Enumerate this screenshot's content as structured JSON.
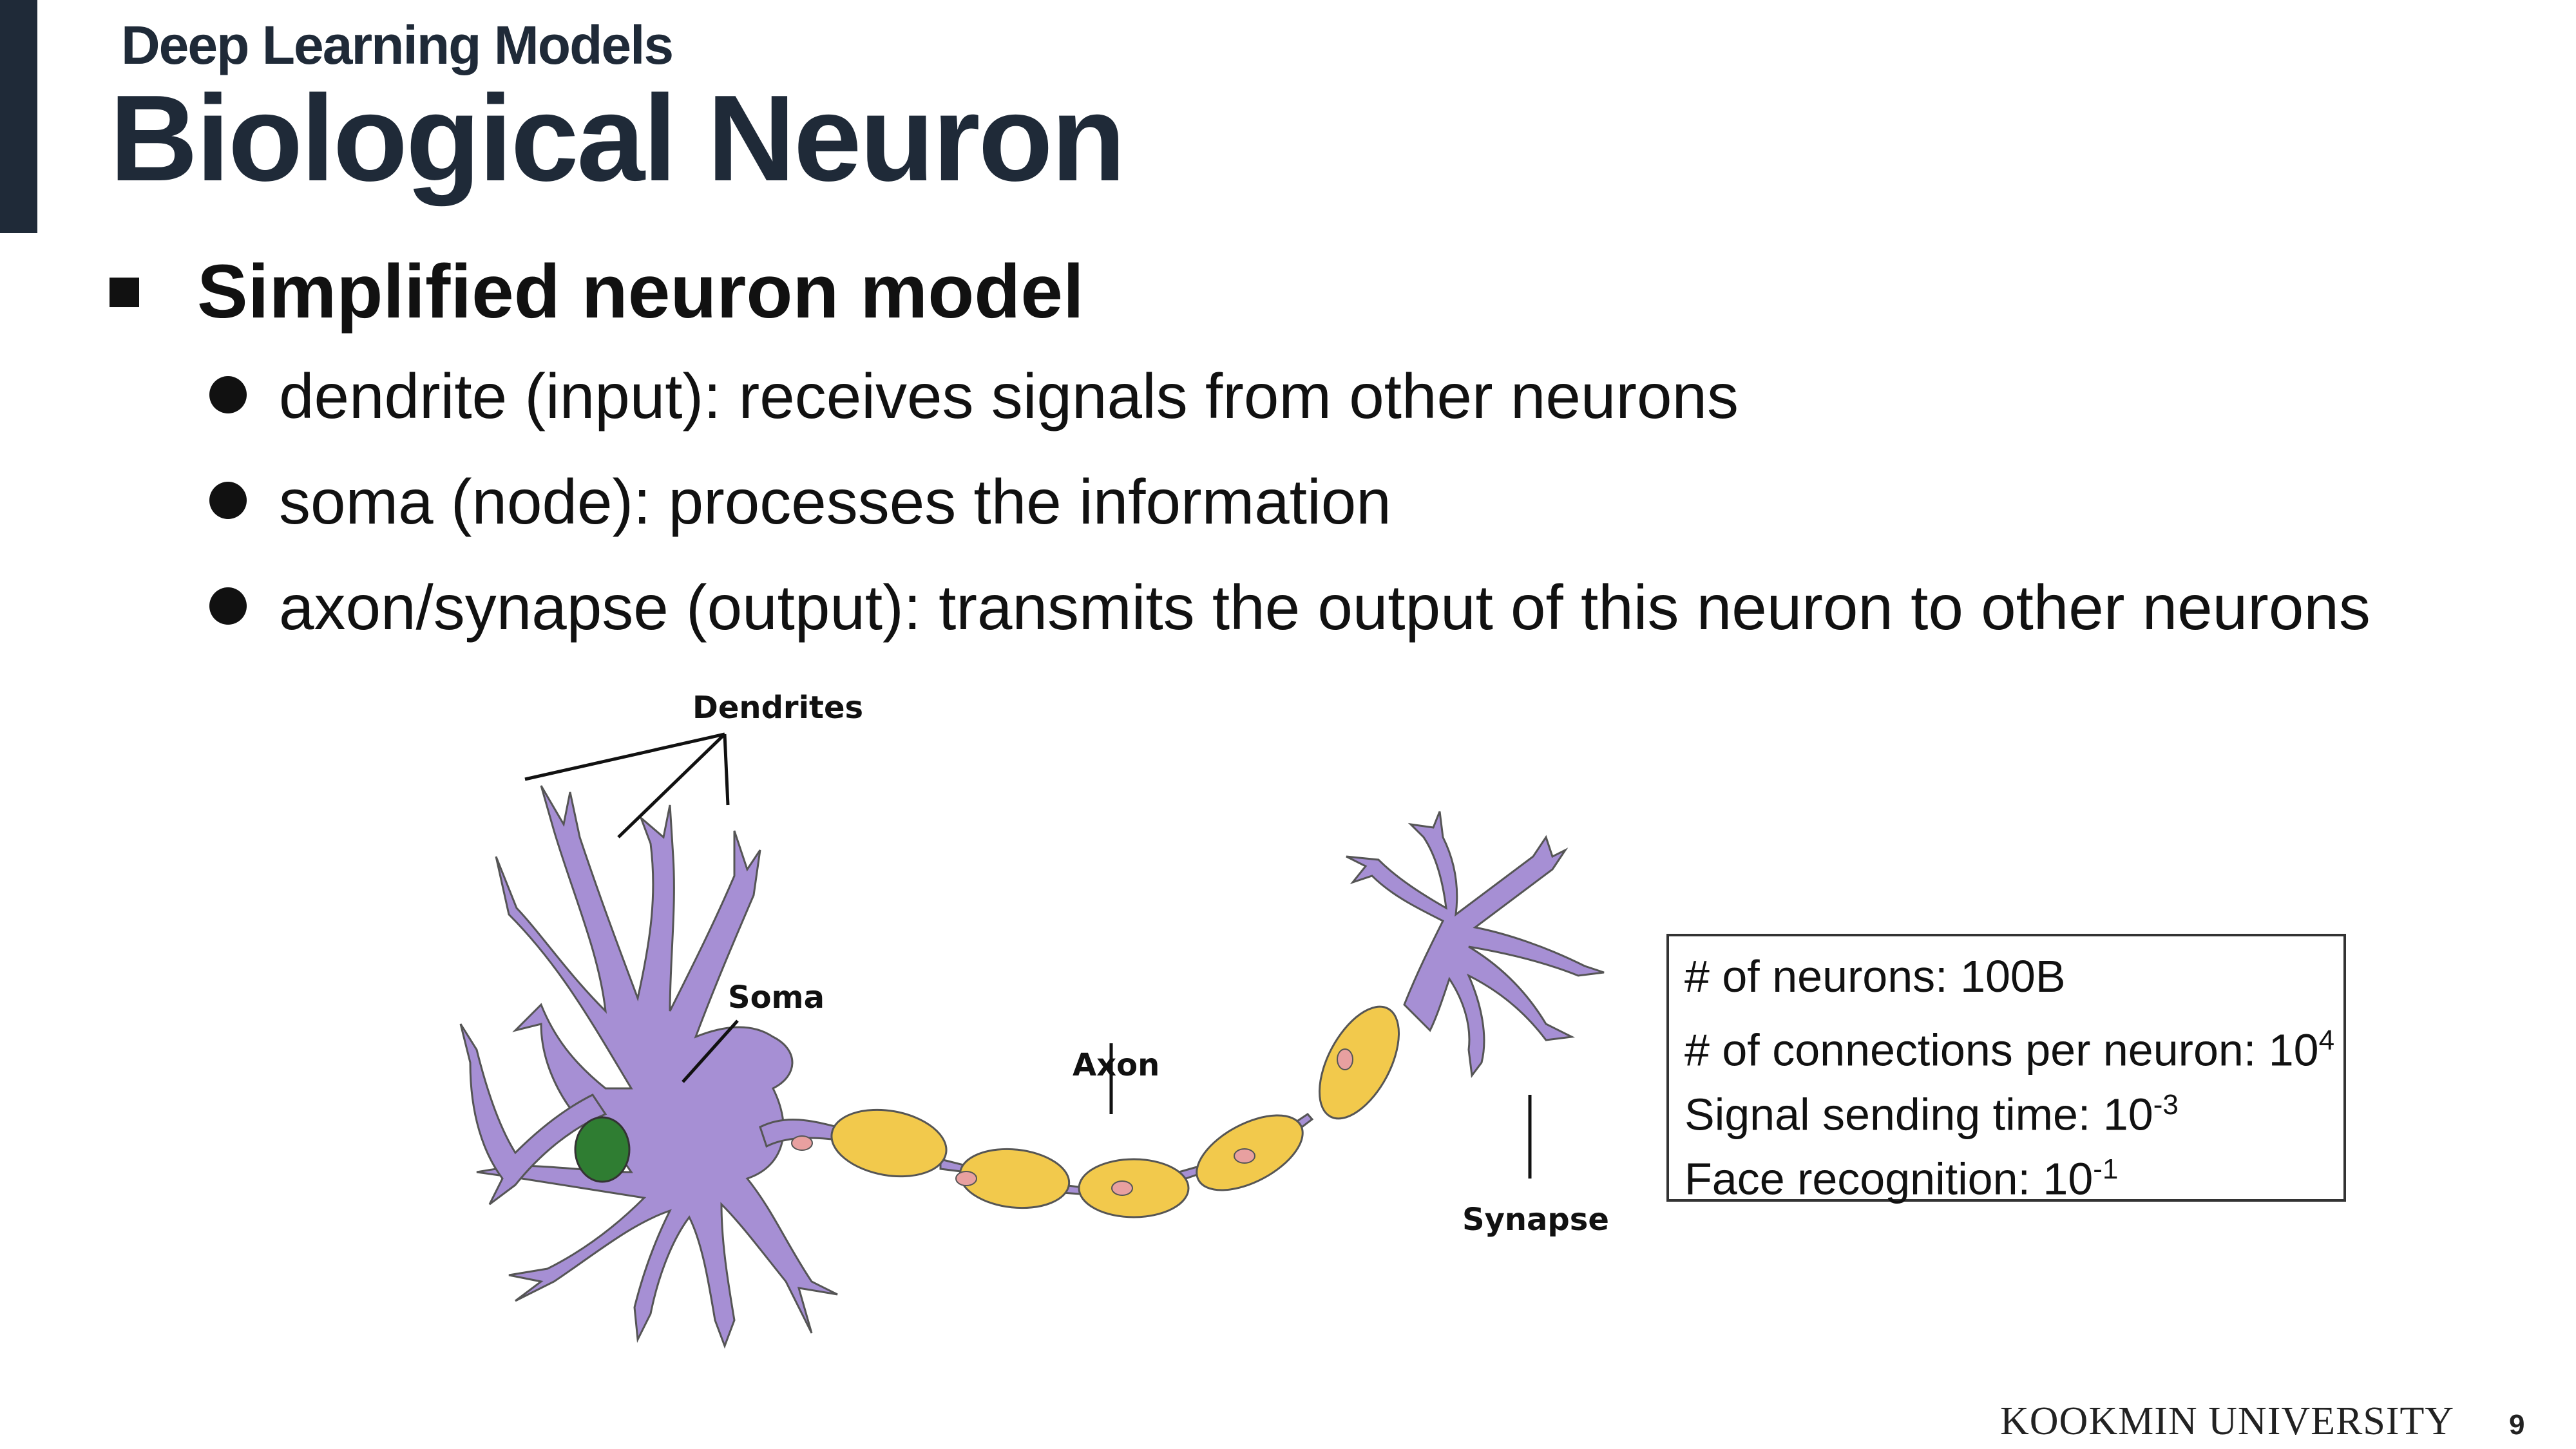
{
  "header": {
    "course_title": "Deep Learning Models",
    "slide_title": "Biological Neuron"
  },
  "content": {
    "main_bullet": "Simplified neuron model",
    "sub_bullets": [
      "dendrite (input): receives signals from other neurons",
      "soma (node): processes the information",
      "axon/synapse (output): transmits the output of this neuron to other neurons"
    ]
  },
  "diagram": {
    "labels": {
      "dendrites": "Dendrites",
      "soma": "Soma",
      "axon": "Axon",
      "synapse": "Synapse"
    },
    "colors": {
      "neuron_body": "#a68fd4",
      "myelin": "#f2c94c",
      "nucleus": "#2f7d32",
      "node_spot": "#e8a0a0"
    }
  },
  "stats": {
    "neurons_label": "# of neurons: 100B",
    "connections_label": "# of connections per neuron: 10",
    "connections_exp": "4",
    "signal_label": "Signal sending time: 10",
    "signal_exp": "-3",
    "face_label": "Face recognition: 10",
    "face_exp": "-1"
  },
  "footer": {
    "university": "KOOKMIN UNIVERSITY",
    "page_number": "9"
  }
}
